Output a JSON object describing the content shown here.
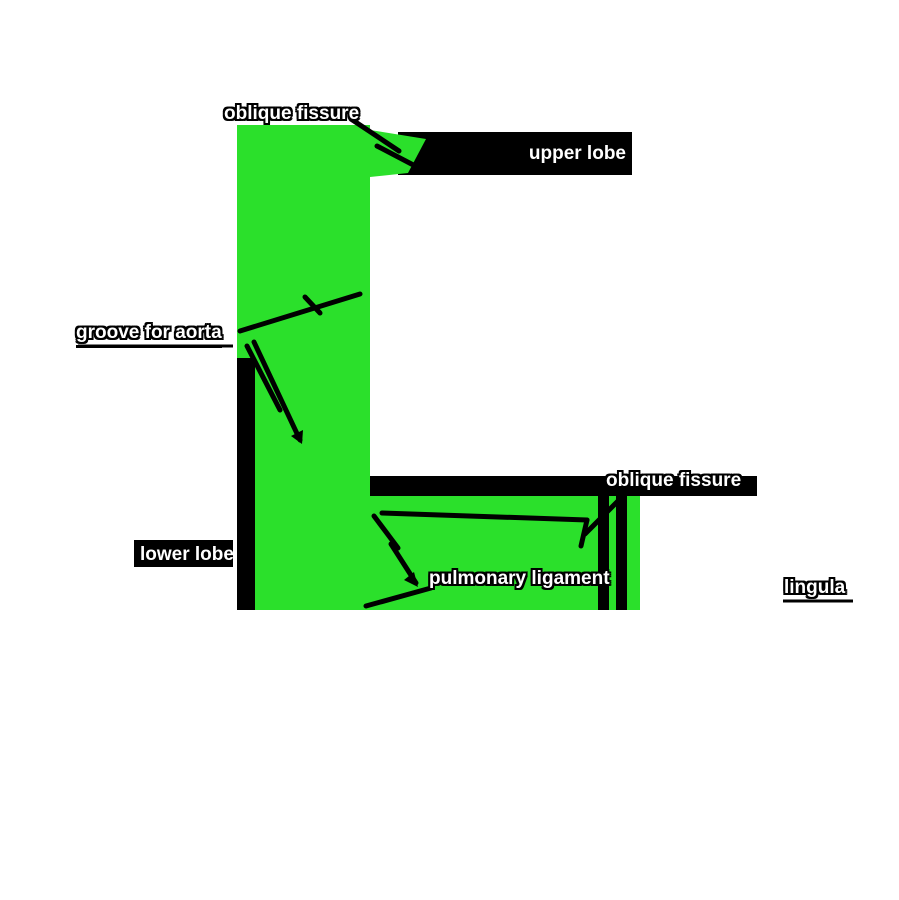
{
  "colors": {
    "region_green": "#2BE02B",
    "ink_black": "#000000",
    "label_text": "#ffffff",
    "background": "#ffffff"
  },
  "labels": {
    "oblique_fissure_top": "oblique fissure",
    "upper_lobe": "upper lobe",
    "groove_for_aorta": "groove for aorta",
    "oblique_fissure_right": "oblique fissure",
    "lower_lobe": "lower lobe",
    "pulmonary_ligament": "pulmonary ligament",
    "lingula": "lingula"
  }
}
